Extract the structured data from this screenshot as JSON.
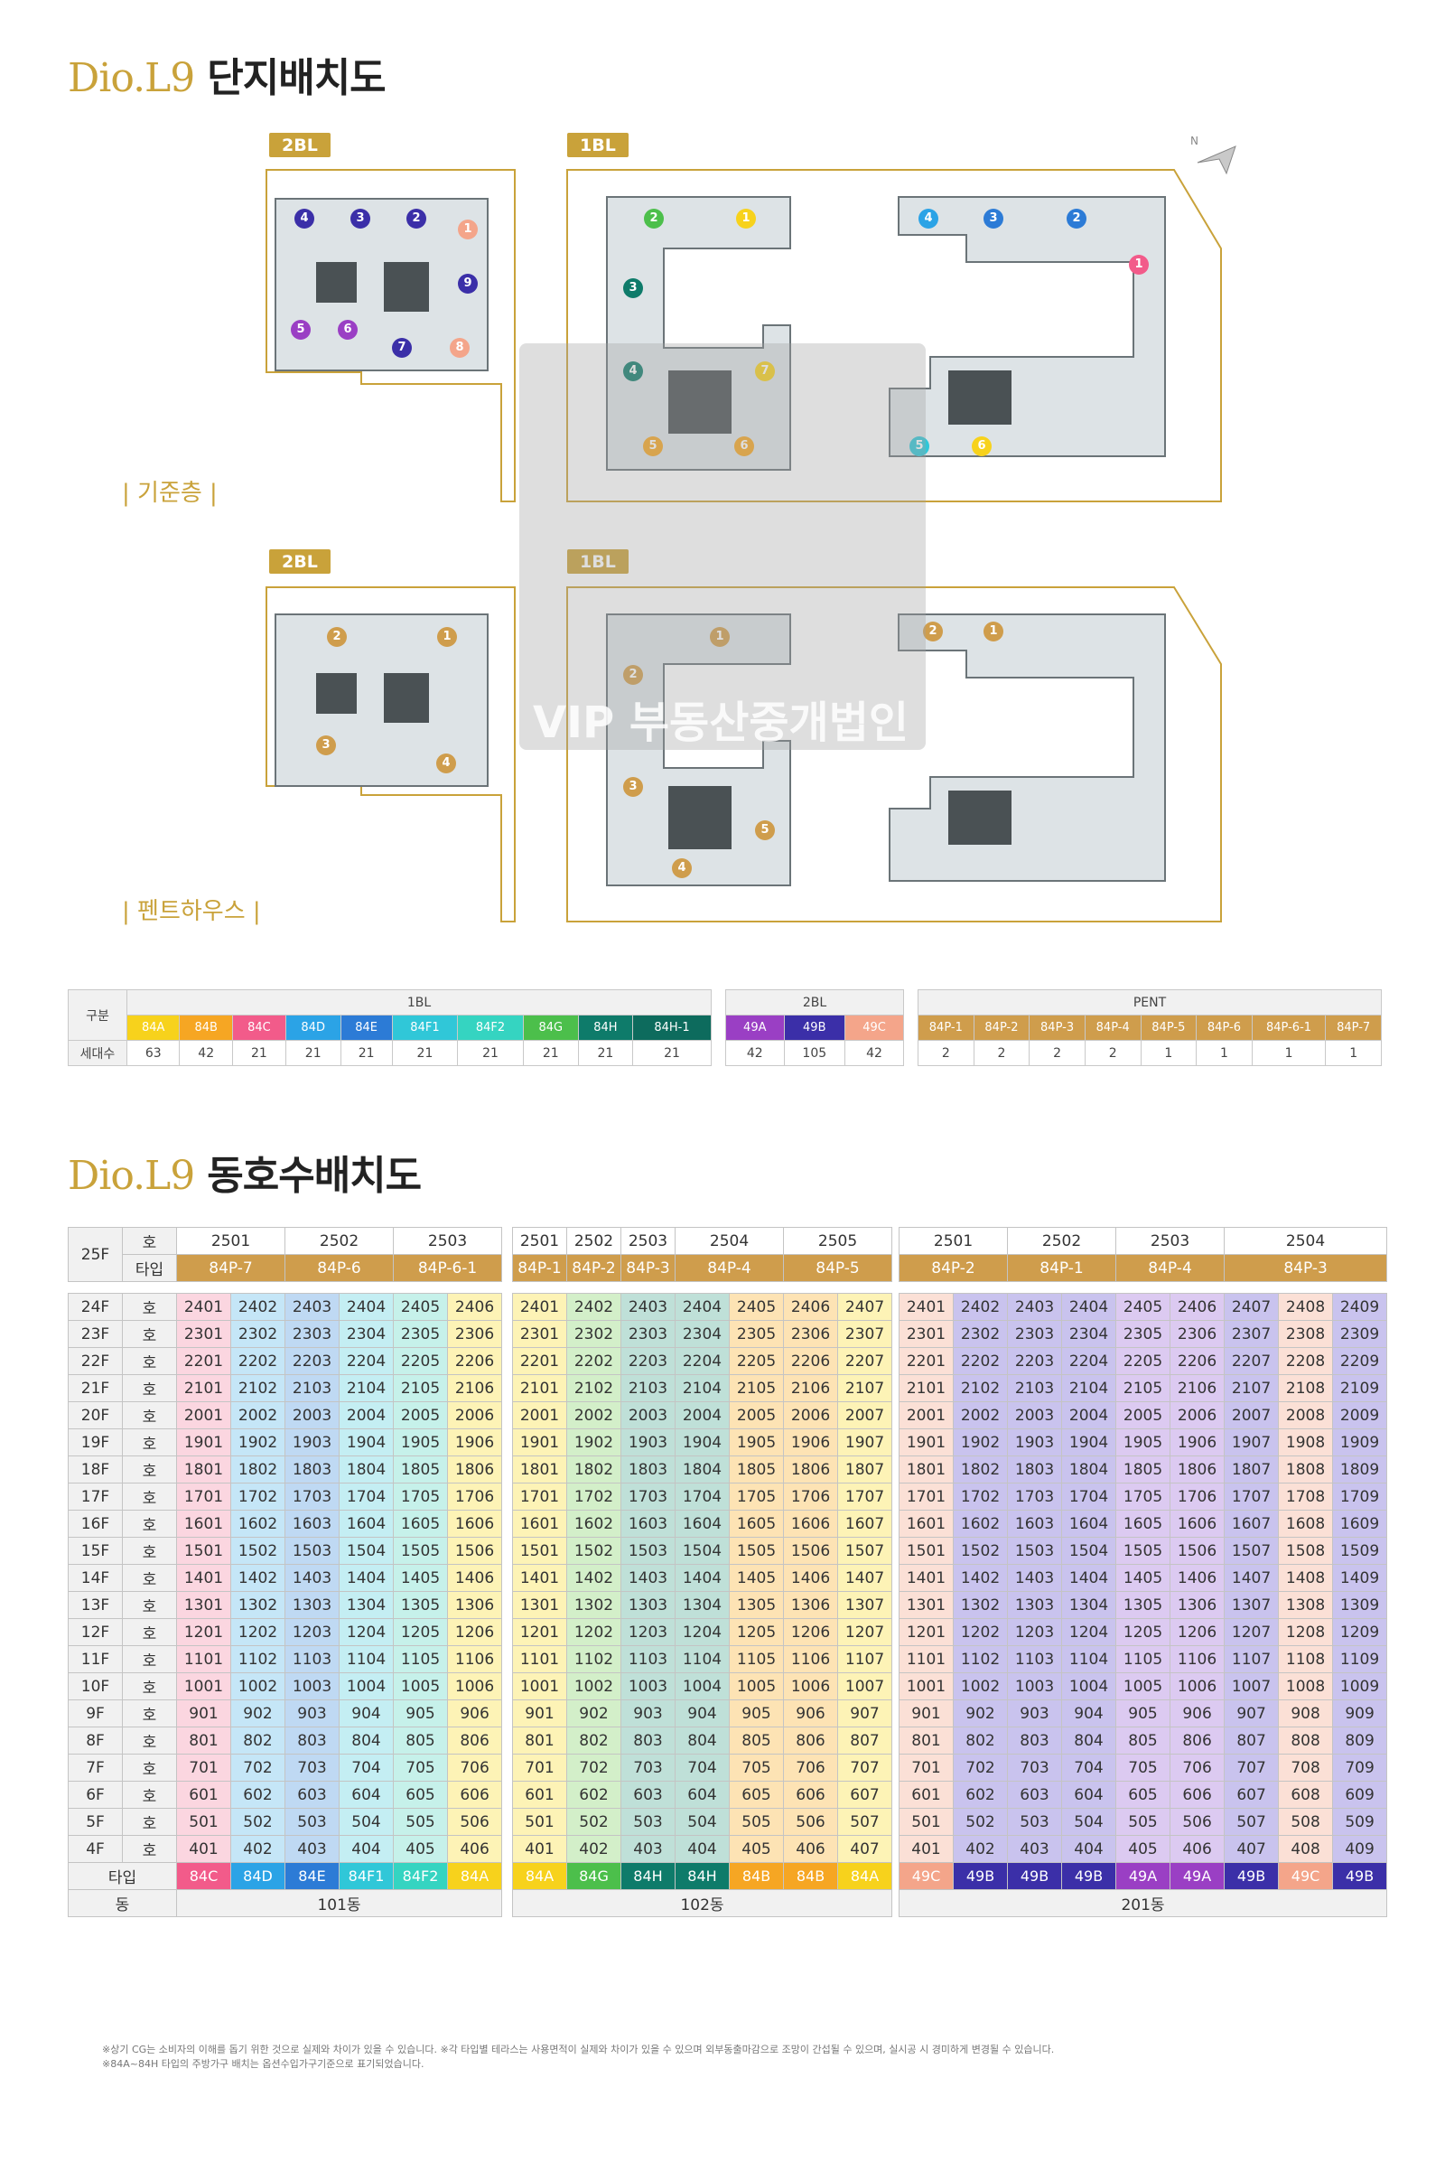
{
  "section1": {
    "brand": "Dio.L9",
    "title": "단지배치도"
  },
  "section2": {
    "brand": "Dio.L9",
    "title": "동호수배치도"
  },
  "plan": {
    "tags": {
      "bl2_top": "2BL",
      "bl1_top": "1BL",
      "bl2_bottom": "2BL",
      "bl1_bottom": "1BL"
    },
    "floor_labels": {
      "typical": "| 기준층 |",
      "penthouse": "| 펜트하우스 |"
    },
    "watermark": "VIP 부동산중개법인",
    "colors": {
      "gold": "#c9a23a"
    }
  },
  "summary": {
    "row_labels": {
      "type": "구분",
      "count": "세대수"
    },
    "groups": [
      {
        "name": "1BL",
        "types": [
          {
            "t": "84A",
            "c": "#f7d21c",
            "n": "63"
          },
          {
            "t": "84B",
            "c": "#f6a623",
            "n": "42"
          },
          {
            "t": "84C",
            "c": "#f25b8a",
            "n": "21"
          },
          {
            "t": "84D",
            "c": "#2ba3e6",
            "n": "21"
          },
          {
            "t": "84E",
            "c": "#2c7bd6",
            "n": "21"
          },
          {
            "t": "84F1",
            "c": "#30c7d8",
            "n": "21"
          },
          {
            "t": "84F2",
            "c": "#35d4c1",
            "n": "21"
          },
          {
            "t": "84G",
            "c": "#4cbf4b",
            "n": "21"
          },
          {
            "t": "84H",
            "c": "#0e7b6a",
            "n": "21"
          },
          {
            "t": "84H-1",
            "c": "#0d6b5d",
            "n": "21"
          }
        ]
      },
      {
        "name": "2BL",
        "types": [
          {
            "t": "49A",
            "c": "#9a3fc4",
            "n": "42"
          },
          {
            "t": "49B",
            "c": "#3b2fa8",
            "n": "105"
          },
          {
            "t": "49C",
            "c": "#f4a58a",
            "n": "42"
          }
        ]
      },
      {
        "name": "PENT",
        "types": [
          {
            "t": "84P-1",
            "c": "#cf9d4c",
            "n": "2"
          },
          {
            "t": "84P-2",
            "c": "#cf9d4c",
            "n": "2"
          },
          {
            "t": "84P-3",
            "c": "#cf9d4c",
            "n": "2"
          },
          {
            "t": "84P-4",
            "c": "#cf9d4c",
            "n": "2"
          },
          {
            "t": "84P-5",
            "c": "#cf9d4c",
            "n": "1"
          },
          {
            "t": "84P-6",
            "c": "#cf9d4c",
            "n": "1"
          },
          {
            "t": "84P-6-1",
            "c": "#cf9d4c",
            "n": "1"
          },
          {
            "t": "84P-7",
            "c": "#cf9d4c",
            "n": "1"
          }
        ]
      }
    ]
  },
  "units": {
    "row_25f": "25F",
    "ho": "호",
    "type_label": "타입",
    "dong_label": "동",
    "blocks": [
      {
        "dong": "101동",
        "top": [
          {
            "ho": "2501",
            "type": "84P-7",
            "span": 2
          },
          {
            "ho": "2502",
            "type": "84P-6",
            "span": 2
          },
          {
            "ho": "2503",
            "type": "84P-6-1",
            "span": 2
          }
        ],
        "types": [
          {
            "t": "84C",
            "c": "#f25b8a",
            "bg": "#fbd6e0"
          },
          {
            "t": "84D",
            "c": "#2ba3e6",
            "bg": "#c5e6f7"
          },
          {
            "t": "84E",
            "c": "#2c7bd6",
            "bg": "#bfd9f3"
          },
          {
            "t": "84F1",
            "c": "#30c7d8",
            "bg": "#c4eef3"
          },
          {
            "t": "84F2",
            "c": "#35d4c1",
            "bg": "#c6f1ea"
          },
          {
            "t": "84A",
            "c": "#f7d21c",
            "bg": "#fdf3b6"
          }
        ]
      },
      {
        "dong": "102동",
        "top": [
          {
            "ho": "2501",
            "type": "84P-1",
            "span": 1
          },
          {
            "ho": "2502",
            "type": "84P-2",
            "span": 1
          },
          {
            "ho": "2503",
            "type": "84P-3",
            "span": 1
          },
          {
            "ho": "2504",
            "type": "84P-4",
            "span": 2
          },
          {
            "ho": "2505",
            "type": "84P-5",
            "span": 2
          }
        ],
        "types": [
          {
            "t": "84A",
            "c": "#f7d21c",
            "bg": "#fdf3b6"
          },
          {
            "t": "84G",
            "c": "#4cbf4b",
            "bg": "#d3efc9"
          },
          {
            "t": "84H",
            "c": "#0e7b6a",
            "bg": "#bfe0d8"
          },
          {
            "t": "84H",
            "c": "#0e7b6a",
            "bg": "#bfe0d8"
          },
          {
            "t": "84B",
            "c": "#f6a623",
            "bg": "#fde3b4"
          },
          {
            "t": "84B",
            "c": "#f6a623",
            "bg": "#fde3b4"
          },
          {
            "t": "84A",
            "c": "#f7d21c",
            "bg": "#fdf3b6"
          }
        ]
      },
      {
        "dong": "201동",
        "top": [
          {
            "ho": "2501",
            "type": "84P-2",
            "span": 2
          },
          {
            "ho": "2502",
            "type": "84P-1",
            "span": 2
          },
          {
            "ho": "2503",
            "type": "84P-4",
            "span": 2
          },
          {
            "ho": "2504",
            "type": "84P-3",
            "span": 3
          }
        ],
        "types": [
          {
            "t": "49C",
            "c": "#f4a58a",
            "bg": "#fbe0d6"
          },
          {
            "t": "49B",
            "c": "#3b2fa8",
            "bg": "#c9c3ee"
          },
          {
            "t": "49B",
            "c": "#3b2fa8",
            "bg": "#c9c3ee"
          },
          {
            "t": "49B",
            "c": "#3b2fa8",
            "bg": "#c9c3ee"
          },
          {
            "t": "49A",
            "c": "#9a3fc4",
            "bg": "#dccaf1"
          },
          {
            "t": "49A",
            "c": "#9a3fc4",
            "bg": "#dccaf1"
          },
          {
            "t": "49B",
            "c": "#3b2fa8",
            "bg": "#c9c3ee"
          },
          {
            "t": "49C",
            "c": "#f4a58a",
            "bg": "#fbe0d6"
          },
          {
            "t": "49B",
            "c": "#3b2fa8",
            "bg": "#c9c3ee"
          }
        ]
      }
    ],
    "floors": [
      "24F",
      "23F",
      "22F",
      "21F",
      "20F",
      "19F",
      "18F",
      "17F",
      "16F",
      "15F",
      "14F",
      "13F",
      "12F",
      "11F",
      "10F",
      "9F",
      "8F",
      "7F",
      "6F",
      "5F",
      "4F"
    ]
  },
  "footnotes": [
    "※상기 CG는 소비자의 이해를 돕기 위한 것으로 실제와 차이가 있을 수 있습니다. ※각 타입별 테라스는 사용면적이 실제와 차이가 있을 수 있으며 외부동출마감으로 조망이 간섭될 수 있으며, 실시공 시 경미하게 변경될 수 있습니다.",
    "※84A~84H 타입의 주방가구 배치는 옵션수입가구기준으로 표기되었습니다."
  ]
}
